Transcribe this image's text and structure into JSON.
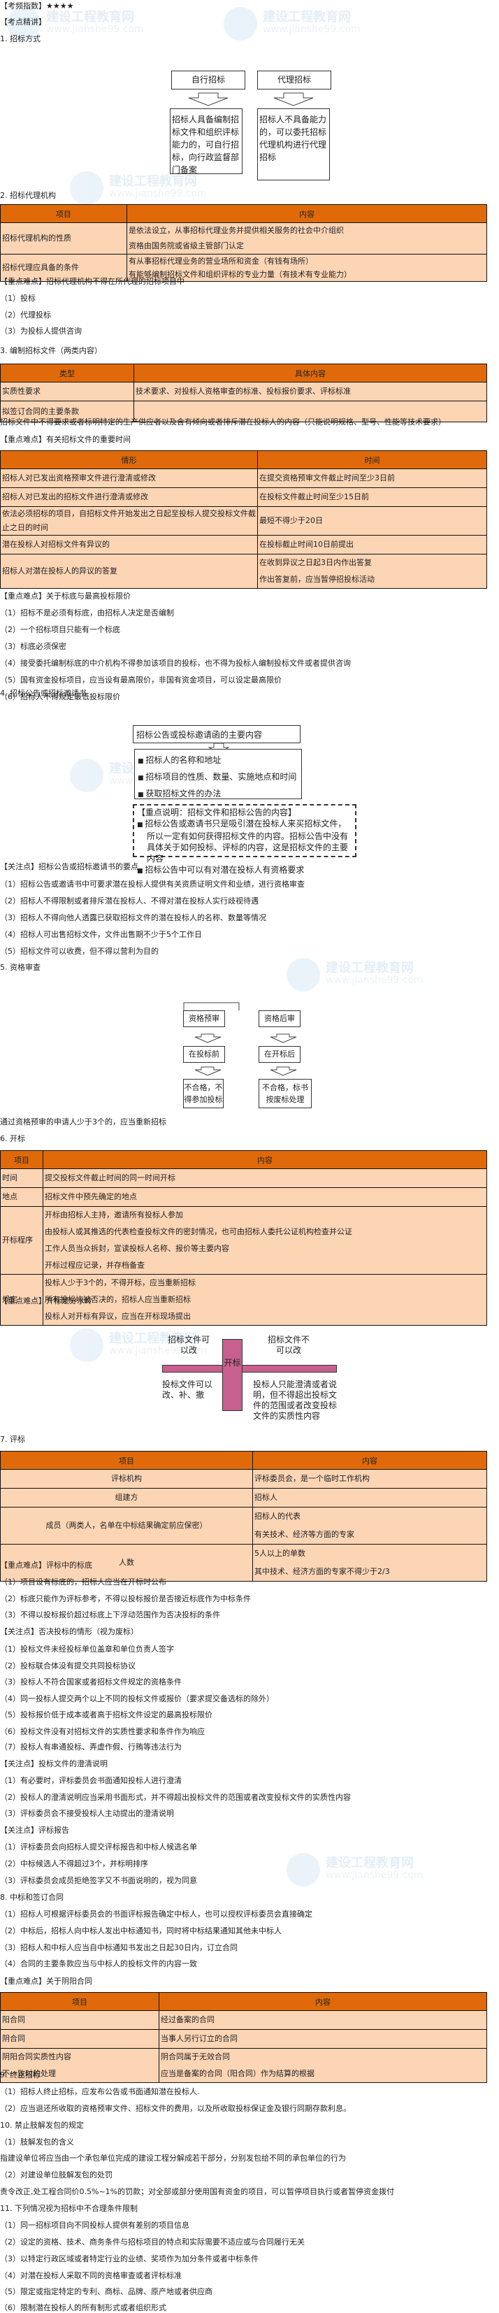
{
  "header": {
    "freq_label": "【考频指数】",
    "freq_stars": "★★★★",
    "section_label": "【考点精讲】"
  },
  "watermark": {
    "brand": "正保",
    "name": "建设工程教育网",
    "url": "www.jianshe99.com"
  },
  "s1": {
    "title": "1. 招标方式",
    "left_head": "自行招标",
    "left_body": "招标人具备编制招标文件和组织评标能力的，可自行招标，向行政监督部门备案",
    "right_head": "代理招标",
    "right_body": "招标人不具备能力的，可以委托招标代理机构进行代理招标"
  },
  "s2": {
    "title": "2. 招标代理机构",
    "headers": [
      "项目",
      "内容"
    ],
    "rows": [
      {
        "item": "招标代理机构的性质",
        "lines": [
          "是依法设立，从事招标代理业务并提供相关服务的社会中介组织",
          "资格由国务院或省级主管部门认定"
        ]
      },
      {
        "item": "招标代理应具备的条件",
        "lines": [
          "有从事招标代理业务的营业场所和资金（有钱有场所）",
          "有能够编制招标文件和组织评标的专业力量（有技术有专业能力）"
        ]
      }
    ],
    "key_title": "【重点难点】招标代理机构不得在所代理的招标项目中",
    "key_items": [
      "（1）投标",
      "（2）代理投标",
      "（3）为投标人提供咨询"
    ]
  },
  "s3": {
    "title": "3. 编制招标文件（两类内容）",
    "headers": [
      "类型",
      "具体内容"
    ],
    "rows": [
      {
        "type": "实质性要求",
        "content": "技术要求、对投标人资格审查的标准、投标报价要求、评标标准"
      },
      {
        "type": "拟签订合同的主要条款",
        "content": ""
      }
    ],
    "note": "招标文件中不得要求或者标明特定的生产供应者以及含有倾向或者排斥潜在投标人的内容（只能说明规格、型号、性能等技术要求）",
    "time_title": "【重点难点】有关招标文件的重要时间",
    "time_headers": [
      "情形",
      "时间"
    ],
    "time_rows": [
      {
        "case": "招标人对已发出资格预审文件进行澄清或修改",
        "time": [
          "在提交资格预审文件截止时间至少3日前"
        ]
      },
      {
        "case": "招标人对已发出的招标文件进行澄清或修改",
        "time": [
          "在投标文件截止时间至少15日前"
        ]
      },
      {
        "case": "依法必须招标的项目，自招标文件开始发出之日起至投标人提交投标文件截止之日的时间",
        "time": [
          "最短不得少于20日"
        ]
      },
      {
        "case": "潜在投标人对招标文件有异议的",
        "time": [
          "在投标截止时间10日前提出"
        ]
      },
      {
        "case": "招标人对潜在投标人的异议的答复",
        "time": [
          "在收到异议之日起3日内作出答复",
          "作出答复前，应当暂停招投标活动"
        ]
      }
    ],
    "bid_title": "【重点难点】关于标底与最高投标限价",
    "bid_items": [
      "（1）招标不是必须有标底，由招标人决定是否编制",
      "（2）一个招标项目只能有一个标底",
      "（3）标底必须保密",
      "（4）接受委托编制标底的中介机构不得参加该项目的投标，也不得为投标人编制投标文件或者提供咨询",
      "（5）国有资金投标项目，应当设有最高限价，非国有资金项目，可以设定最高限价",
      "（6）招标人不得规定最低投标限价"
    ]
  },
  "s4": {
    "title": "4. 招标公告或招标邀请书",
    "box_head": "招标公告或投标邀请函的主要内容",
    "box_items": [
      "招标人的名称和地址",
      "招标项目的性质、数量、实施地点和时间",
      "获取招标文件的办法"
    ],
    "note_head": "【重点说明：招标文件和招标公告的内容】",
    "note_items": [
      "招标公告或邀请书只是吸引潜在投标人来买招标文件，所以一定有如何获得招标文件的内容。招标公告中没有具体关于如何投标、评标的内容，这是招标文件的主要内容",
      "招标公告中可以有对潜在投标人有资格要求"
    ],
    "focus_title": "【关注点】招标公告或招标邀请书的要点",
    "focus_items": [
      "（1）招标公告或邀请书中可要求潜在投标人提供有关资质证明文件和业绩，进行资格审查",
      "（2）招标人不得限制或者排斥潜在投标人、不得对潜在投标人实行歧视待遇",
      "（3）招标人不得向他人透露已获取招标文件的潜在投标人的名称、数量等情况",
      "（4）招标人可出售招标文件，文件出售期不少于5个工作日",
      "（5）招标文件可以收费，但不得以营利为目的"
    ]
  },
  "s5": {
    "title": "5. 资格审查",
    "left": [
      "资格预审",
      "在投标前",
      "不合格，不得参加投标"
    ],
    "right": [
      "资格后审",
      "在开标后",
      "不合格，标书按废标处理"
    ],
    "note": "通过资格预审的申请人少于3个的，应当重新招标"
  },
  "s6": {
    "title": "6. 开标",
    "headers": [
      "项目",
      "内容"
    ],
    "rows": [
      {
        "item": "时间",
        "lines": [
          "提交投标文件截止时间的同一时间开标"
        ]
      },
      {
        "item": "地点",
        "lines": [
          "招标文件中预先确定的地点"
        ]
      },
      {
        "item": "开标程序",
        "lines": [
          "开标由招标人主持，邀请所有投标人参加",
          "由投标人或其推选的代表检查投标文件的密封情况，也可由招标人委托公证机构检查并公证",
          "工作人员当众拆封，宣读投标人名称、报价等主要内容",
          "开标过程应记录，并存档备查"
        ]
      },
      {
        "item": "规定",
        "lines": [
          "投标人少于3个的，不得开标，应当重新招标",
          "所有投标均被否决的，招标人应当重新招标",
          "投标人对开标有异议，应当在开标现场提出"
        ]
      }
    ],
    "key_title": "【重点难点】开标是分水岭",
    "divider_label": "开标",
    "top_left": "招标文件可以改",
    "top_right": "招标文件不可以改",
    "bottom_left": "投标文件可以改、补、撤",
    "bottom_right": "投标人只能澄清或者说明，但不得超出投标文件的范围或者改变投标文件的实质性内容",
    "bar_color": "#C8608F"
  },
  "s7": {
    "title": "7. 评标",
    "headers": [
      "项目",
      "内容"
    ],
    "rows": [
      {
        "item": "评标机构",
        "lines": [
          "评标委员会，是一个临时工作机构"
        ]
      },
      {
        "item": "组建方",
        "lines": [
          "招标人"
        ]
      },
      {
        "item": "成员（两类人，名单在中标结果确定前应保密）",
        "lines": [
          "招标人的代表",
          "有关技术、经济等方面的专家"
        ]
      },
      {
        "item": "人数",
        "lines": [
          "5人以上的单数",
          "其中技术、经济方面的专家不得少于2/3"
        ]
      }
    ],
    "base_title": "【重点难点】评标中的标底",
    "base_items": [
      "（1）项目设有标底的，招标人应当在开标时公布",
      "（2）标底只能作为评标参考，不得以投标报价是否接近标底作为中标条件",
      "（3）不得以投标报价超过标底上下浮动范围作为否决投标的条件"
    ],
    "reject_title": "【关注点】否决投标的情形（视为废标）",
    "reject_items": [
      "（1）投标文件未经投标单位盖章和单位负责人签字",
      "（2）投标联合体没有提交共同投标协议",
      "（3）投标人不符合国家或者招标文件规定的资格条件",
      "（4）同一投标人提交两个以上不同的投标文件或报价（要求提交备选标的除外）",
      "（5）投标报价低于成本或者高于招标文件设定的最高投标限价",
      "（6）投标文件没有对招标文件的实质性要求和条件作为响应",
      "（7）投标人有串通投标、弄虚作假、行贿等违法行为"
    ],
    "clarify_title": "【关注点】投标文件的澄清说明",
    "clarify_items": [
      "（1）有必要时，评标委员会书面通知投标人进行澄清",
      "（2）投标人的澄清说明应当采用书面形式，并不得超出投标文件的范围或者改变投标文件的实质性内容",
      "（3）评标委员会不接受投标人主动提出的澄清说明"
    ],
    "report_title": "【关注点】评标报告",
    "report_items": [
      "（1）评标委员会向招标人提交评标报告和中标人候选名单",
      "（2）中标候选人不得超过3个，并标明排序",
      "（3）评标委员会成员拒绝签字又不书面说明的，视为同意"
    ]
  },
  "s8": {
    "title": "8. 中标和签订合同",
    "items": [
      "（1）招标人可根据评标委员会的书面评标报告确定中标人，也可以授权评标委员会直接确定",
      "（2）中标后，招标人向中标人发出中标通知书，同时将中标结果通知其他未中标人",
      "（3）招标人和中标人应当自中标通知书发出之日起30日内，订立合同",
      "（4）合同的主要条款应当与中标人的投标文件的内容一致"
    ],
    "key_title": "【重点难点】关于阴阳合同",
    "headers": [
      "项目",
      "内容"
    ],
    "rows": [
      {
        "item": [
          "阳合同"
        ],
        "lines": [
          "经过备案的合同"
        ]
      },
      {
        "item": [
          "阴合同"
        ],
        "lines": [
          "当事人另行订立的合同"
        ]
      },
      {
        "item": [
          "阴阳合同实质性内容",
          "不一致时的处理"
        ],
        "lines": [
          "阴合同属于无效合同",
          "应当是备案的合同（阳合同）作为结算的根据"
        ]
      }
    ]
  },
  "s9": {
    "title": "9. 终止招标",
    "items": [
      "（1）招标人终止招标，应发布公告或书面通知潜在投标人.",
      "（2）应当退还所收取的资格预审文件、招标文件的费用，以及所收取投标保证金及银行同期存款利息。"
    ]
  },
  "s10": {
    "title": "10. 禁止肢解发包的规定",
    "sub1": "（1）肢解发包的含义",
    "def": "指建设单位将应当由一个承包单位完成的建设工程分解成若干部分，分别发包给不同的承包单位的行为",
    "sub2": "（2）对建设单位肢解发包的处罚",
    "penalty": "责令改正,处工程合同价0.5%~1%的罚款；对全部或部分使用国有资金的项目，可以暂停项目执行或者暂停资金拨付"
  },
  "s11": {
    "title": "11. 下列情况视为招标中不合理条件限制",
    "items": [
      "（1）同一招标项目向不同投标人提供有差别的项目信息",
      "（2）设定的资格、技术、商务条件与招标项目的特点和实际需要不适应或与合同履行无关",
      "（3）以特定行政区域或者特定行业的业绩、奖项作为加分条件或者中标条件",
      "（4）对潜在投标人采取不同的资格审查或者评标标准",
      "（5）限定或指定特定的专利、商标、品牌、原产地或者供应商",
      "（6）限制潜在投标人的所有制形式或者组织形式"
    ]
  }
}
